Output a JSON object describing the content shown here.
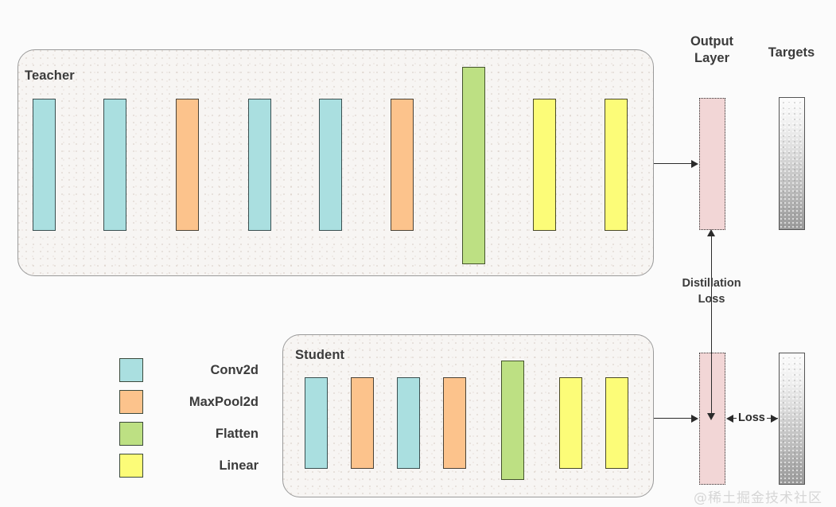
{
  "diagram": {
    "title_teacher": "Teacher",
    "title_student": "Student",
    "output_layer_label": "Output\nLayer",
    "targets_label": "Targets",
    "distillation_loss_label": "Distillation\nLoss",
    "loss_label": "Loss",
    "watermark": "@稀土掘金技术社区"
  },
  "legend": {
    "items": [
      {
        "label": "Conv2d",
        "color": "#aadfe0"
      },
      {
        "label": "MaxPool2d",
        "color": "#fcc38c"
      },
      {
        "label": "Flatten",
        "color": "#bde083"
      },
      {
        "label": "Linear",
        "color": "#fcfc78"
      }
    ]
  },
  "teacher": {
    "layers": [
      {
        "type": "Conv2d",
        "kind": "conv"
      },
      {
        "type": "Conv2d",
        "kind": "conv"
      },
      {
        "type": "MaxPool2d",
        "kind": "pool"
      },
      {
        "type": "Conv2d",
        "kind": "conv"
      },
      {
        "type": "Conv2d",
        "kind": "conv"
      },
      {
        "type": "MaxPool2d",
        "kind": "pool"
      },
      {
        "type": "Flatten",
        "kind": "flat"
      },
      {
        "type": "Linear",
        "kind": "linear"
      },
      {
        "type": "Linear",
        "kind": "linear"
      }
    ]
  },
  "student": {
    "layers": [
      {
        "type": "Conv2d",
        "kind": "conv"
      },
      {
        "type": "MaxPool2d",
        "kind": "pool"
      },
      {
        "type": "Conv2d",
        "kind": "conv"
      },
      {
        "type": "MaxPool2d",
        "kind": "pool"
      },
      {
        "type": "Flatten",
        "kind": "flat"
      },
      {
        "type": "Linear",
        "kind": "linear"
      },
      {
        "type": "Linear",
        "kind": "linear"
      }
    ]
  },
  "colors": {
    "conv": "#aadfe0",
    "pool": "#fcc38c",
    "flatten": "#bde083",
    "linear": "#fcfc78",
    "output_layer": "#f2d6d6",
    "stroke": "#2b2b2b",
    "text": "#3b3b3b"
  }
}
